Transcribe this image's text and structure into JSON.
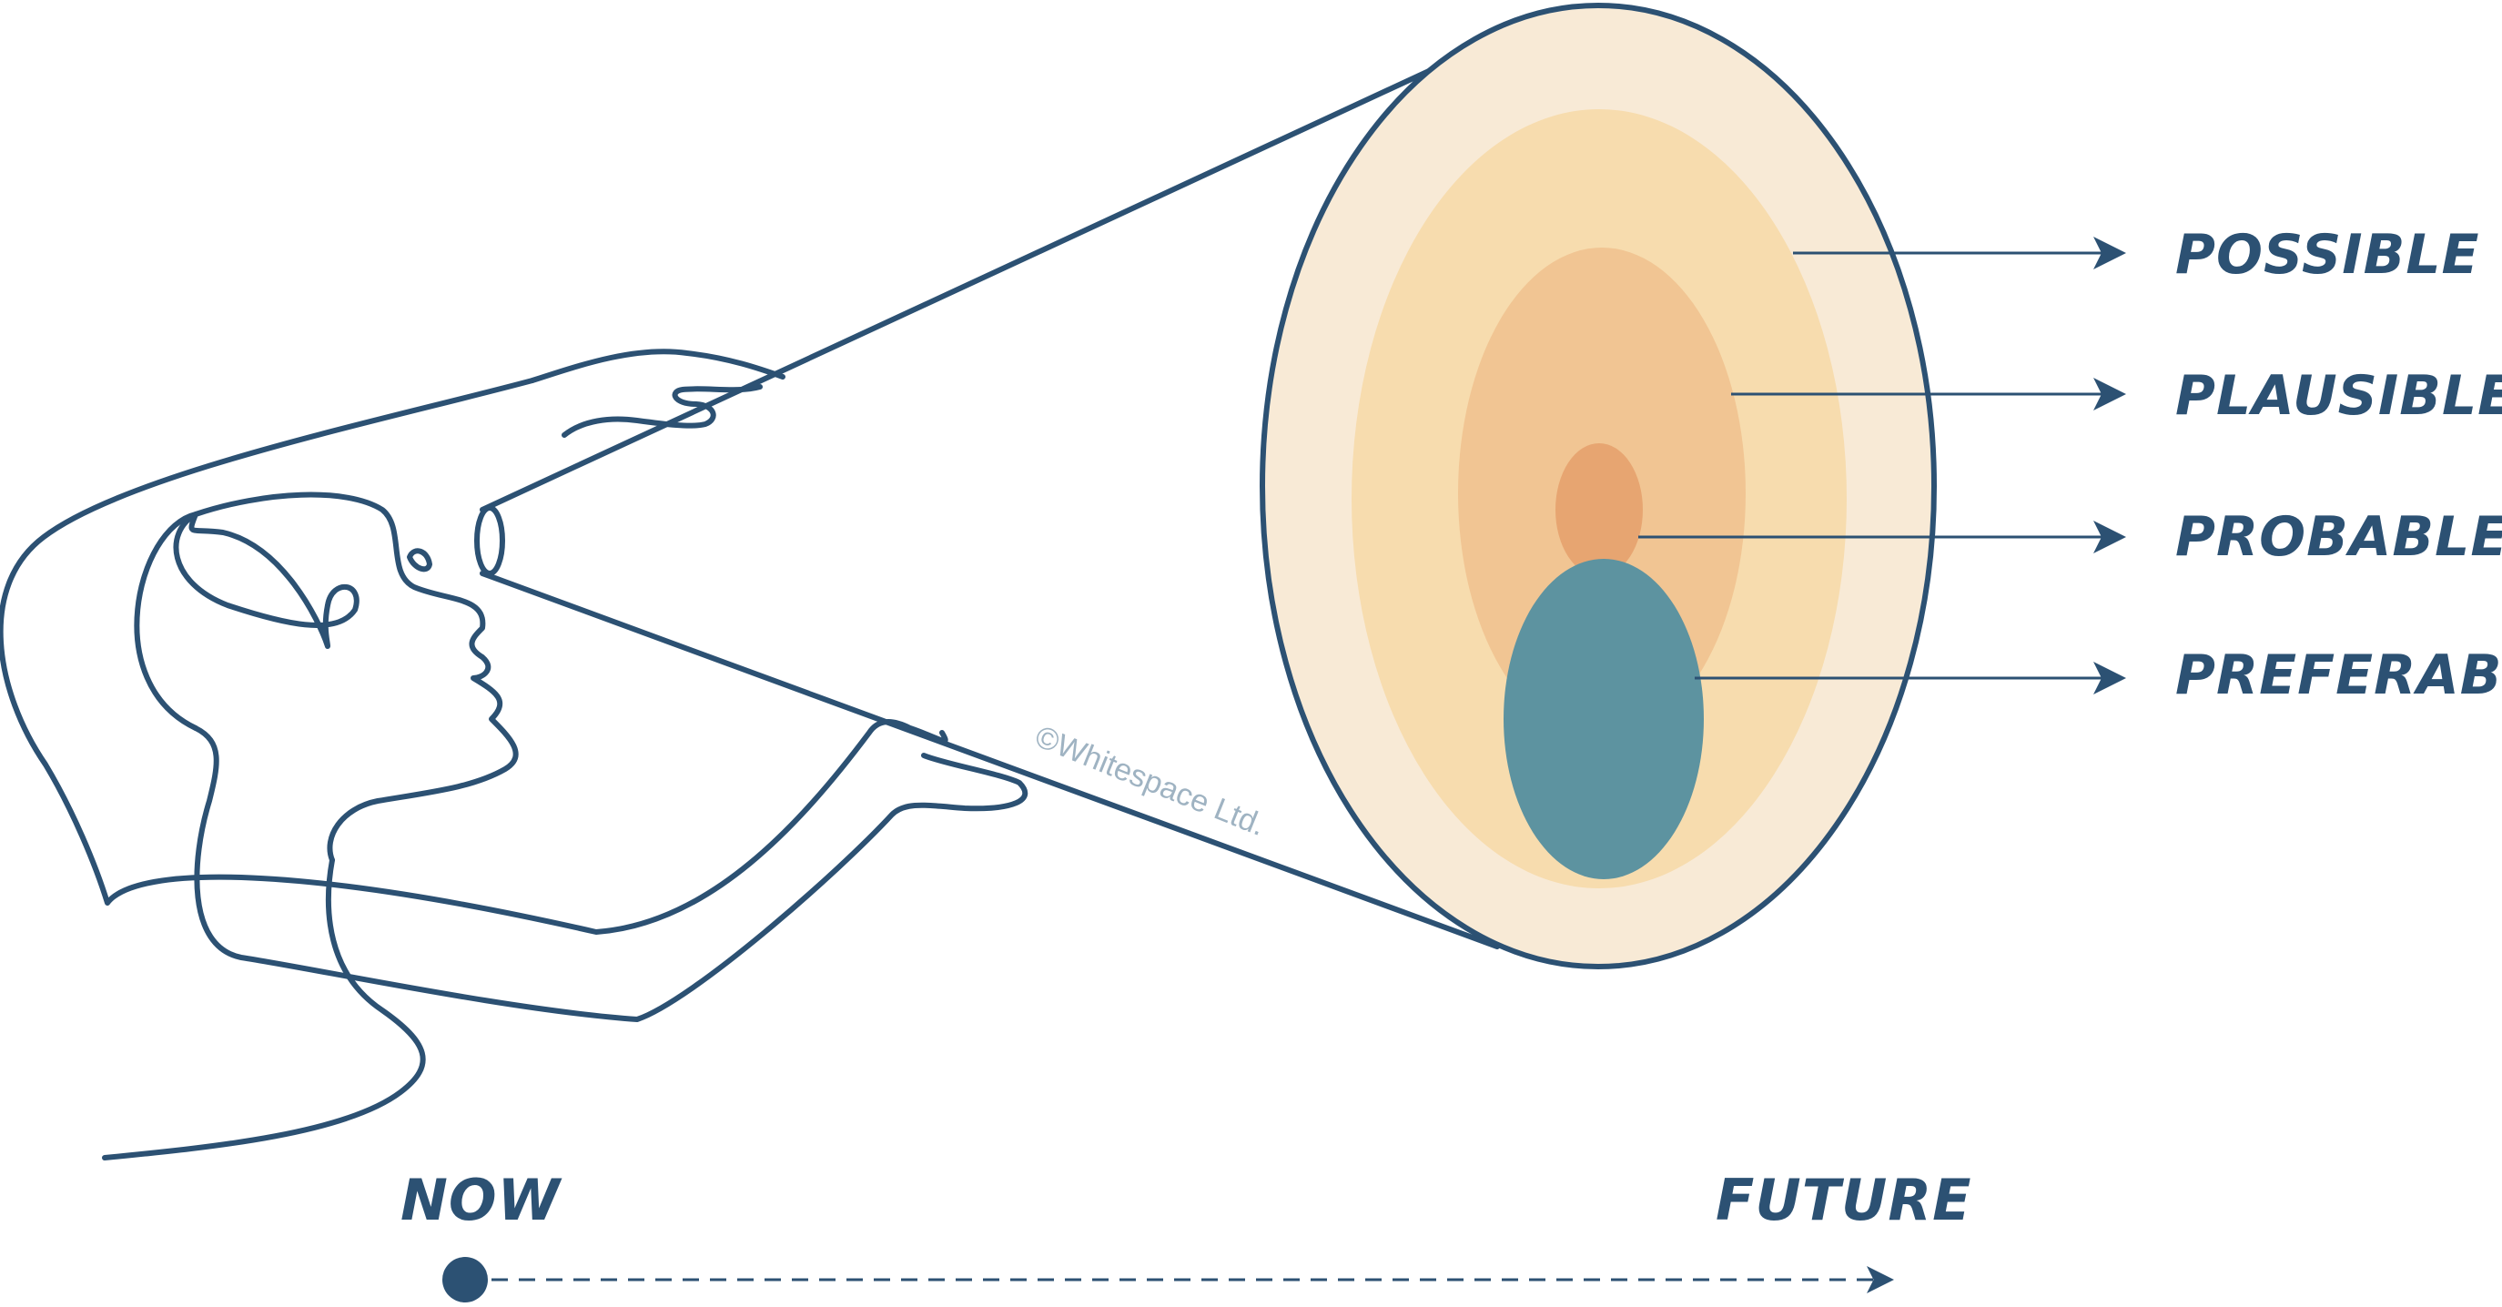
{
  "futures_cone": {
    "levels": [
      {
        "key": "possible",
        "label": "POSSIBLE",
        "color": "#f8ead6"
      },
      {
        "key": "plausible",
        "label": "PLAUSIBLE",
        "color": "#f7dcae"
      },
      {
        "key": "probable",
        "label": "PROBABLE",
        "color": "#f1c593"
      },
      {
        "key": "preferable",
        "label": "PREFERABLE",
        "color": "#5d93a0"
      }
    ],
    "core_color": "#e7a571",
    "outline_color": "#2c5173"
  },
  "timeline": {
    "start_label": "NOW",
    "end_label": "FUTURE"
  },
  "watermark": "©Whitespace Ltd."
}
